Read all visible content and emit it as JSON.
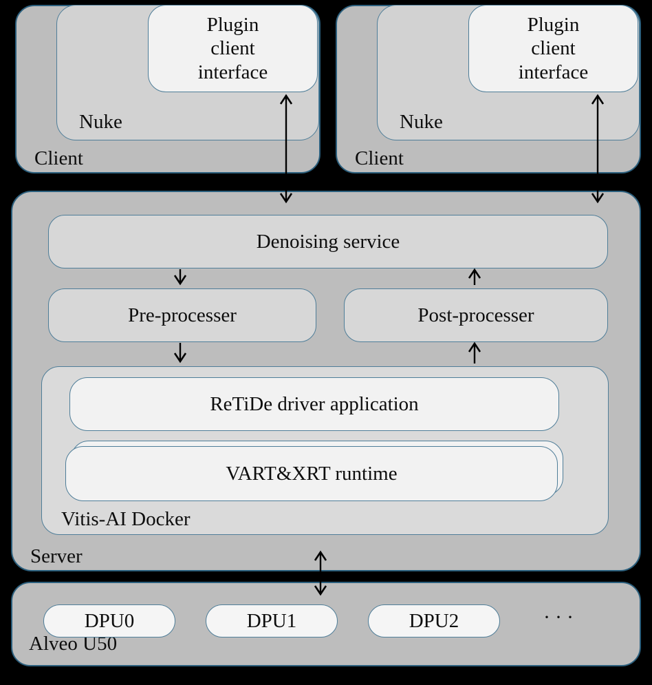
{
  "clients": [
    {
      "label": "Client",
      "app": "Nuke",
      "plugin": "Plugin client interface"
    },
    {
      "label": "Client",
      "app": "Nuke",
      "plugin": "Plugin client interface"
    }
  ],
  "server": {
    "label": "Server",
    "denoising_service": "Denoising service",
    "pre_processer": "Pre-processer",
    "post_processer": "Post-processer",
    "docker": {
      "label": "Vitis-AI Docker",
      "driver_app": "ReTiDe driver application",
      "runtime": "VART&XRT runtime"
    }
  },
  "alveo": {
    "label": "Alveo U50",
    "dpus": [
      "DPU0",
      "DPU1",
      "DPU2"
    ],
    "ellipsis": "···"
  },
  "colors": {
    "background": "#000000",
    "outer_fill": "#bdbdbd",
    "mid_fill": "#d7d7d7",
    "docker_fill": "#dadada",
    "light_fill": "#f2f2f2",
    "border_outer": "#2b5f7d",
    "border_inner": "#4e7d98",
    "arrow": "#000000",
    "text": "#0d0d0d"
  }
}
